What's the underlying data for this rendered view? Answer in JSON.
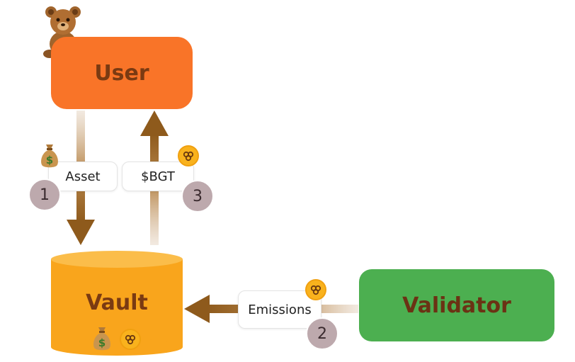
{
  "nodes": {
    "user": "User",
    "vault": "Vault",
    "validator": "Validator"
  },
  "edges": {
    "asset": "Asset",
    "bgt": "$BGT",
    "emissions": "Emissions"
  },
  "steps": {
    "one": "1",
    "two": "2",
    "three": "3"
  },
  "icons": {
    "mascot": "bear-icon",
    "money": "money-bag-icon",
    "token": "bgt-token-icon"
  },
  "colors": {
    "user": "#f97428",
    "vault": "#f9a51c",
    "validator": "#4caf50",
    "arrow": "#8e5a1c",
    "step_badge": "#bda9ad"
  }
}
